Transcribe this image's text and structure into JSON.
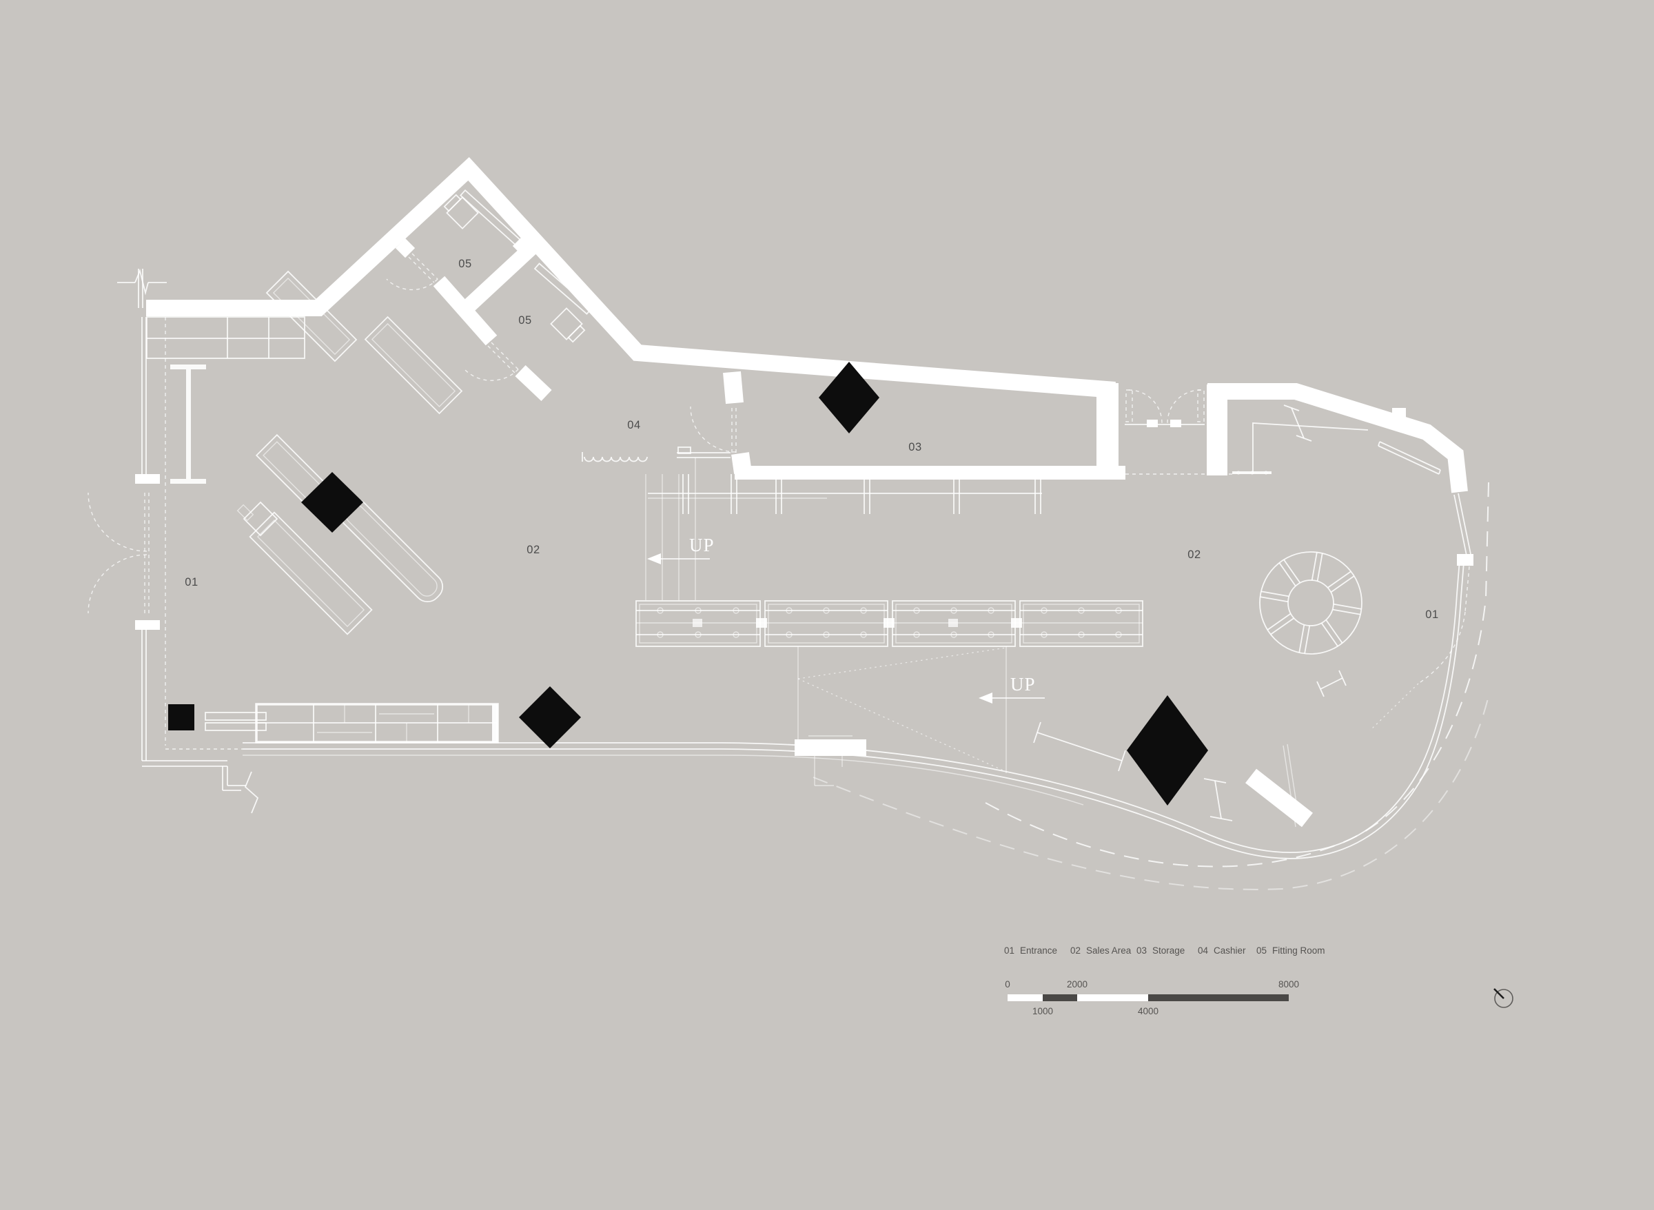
{
  "colors": {
    "background": "#c8c5c1",
    "wall": "#ffffff",
    "label_ink": "#4c4c4c",
    "legend_ink": "#555351",
    "scale_dark_segment": "#4a4846",
    "column_black": "#0d0d0d"
  },
  "plan": {
    "labels": [
      {
        "text": "05"
      },
      {
        "text": "05"
      },
      {
        "text": "04"
      },
      {
        "text": "03"
      },
      {
        "text": "02"
      },
      {
        "text": "02"
      },
      {
        "text": "01"
      },
      {
        "text": "01"
      }
    ],
    "direction_labels": [
      {
        "text": "UP"
      },
      {
        "text": "UP"
      }
    ]
  },
  "legend": {
    "items": [
      {
        "code": "01",
        "name": "Entrance"
      },
      {
        "code": "02",
        "name": "Sales Area"
      },
      {
        "code": "03",
        "name": "Storage"
      },
      {
        "code": "04",
        "name": "Cashier"
      },
      {
        "code": "05",
        "name": "Fitting Room"
      }
    ]
  },
  "scale_bar": {
    "upper_ticks": [
      "0",
      "2000",
      "8000"
    ],
    "lower_ticks": [
      "1000",
      "4000"
    ]
  },
  "icons": {
    "north_indicator": "north-arrow-circle",
    "up_arrow": "left-arrowhead"
  }
}
